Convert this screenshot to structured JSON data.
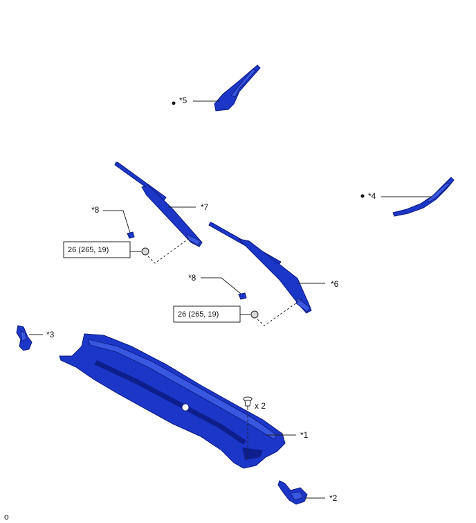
{
  "diagram": {
    "labels": {
      "p1": "*1",
      "p2": "*2",
      "p3": "*3",
      "p4": "*4",
      "p5": "*5",
      "p6": "*6",
      "p7": "*7",
      "p8a": "*8",
      "p8b": "*8"
    },
    "torque_a": "26 (265, 19)",
    "torque_b": "26 (265, 19)",
    "clip_qty": "x 2",
    "page_mark": "o",
    "colors": {
      "part": "#1c36c8",
      "part_outline": "#0b1a7a",
      "line": "#222222"
    }
  }
}
